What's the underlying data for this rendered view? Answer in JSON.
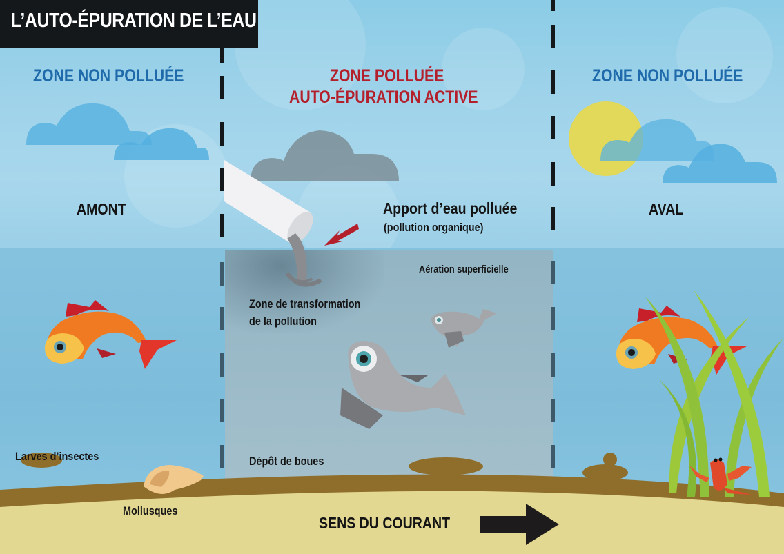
{
  "title": "L’AUTO-ÉPURATION DE L’EAU",
  "zones": {
    "left": {
      "heading": "ZONE NON POLLUÉE",
      "position_label": "AMONT",
      "bottom_labels": [
        "Larves d’insectes",
        "Mollusques"
      ]
    },
    "middle": {
      "heading_line1": "ZONE POLLUÉE",
      "heading_line2": "AUTO-ÉPURATION ACTIVE",
      "input_label": "Apport d’eau polluée",
      "input_sublabel": "(pollution organique)",
      "aeration_label": "Aération superficielle",
      "transformation_line1": "Zone de transformation",
      "transformation_line2": "de la pollution",
      "deposit_label": "Dépôt de boues"
    },
    "right": {
      "heading": "ZONE NON POLLUÉE",
      "position_label": "AVAL"
    }
  },
  "current": {
    "label": "SENS DU COURANT",
    "direction": "right"
  },
  "icons": {
    "title_bar": "title-banner",
    "left_clouds": "cloud-icon",
    "polluted_cloud": "grey-cloud-icon",
    "sun": "sun-icon",
    "pipe": "discharge-pipe-icon",
    "red_arrow": "pointer-arrow-icon",
    "fish_healthy": "orange-fish-icon",
    "fish_sick": "grey-fish-icon",
    "shell": "shell-icon",
    "crayfish": "crayfish-icon",
    "seaweed": "seaweed-icon",
    "current_arrow": "right-arrow-icon"
  },
  "colors": {
    "zone_clean_heading": "#1e6aaa",
    "zone_polluted_heading": "#b3202c",
    "title_background": "#15181b",
    "sky": "#9fd3ea",
    "water": "#7dbddb",
    "polluted_water": "#9bbac8",
    "mud": "#8f6e2c",
    "sand": "#e2d892",
    "pointer_arrow": "#b3202c",
    "sun": "#e2d85a"
  }
}
